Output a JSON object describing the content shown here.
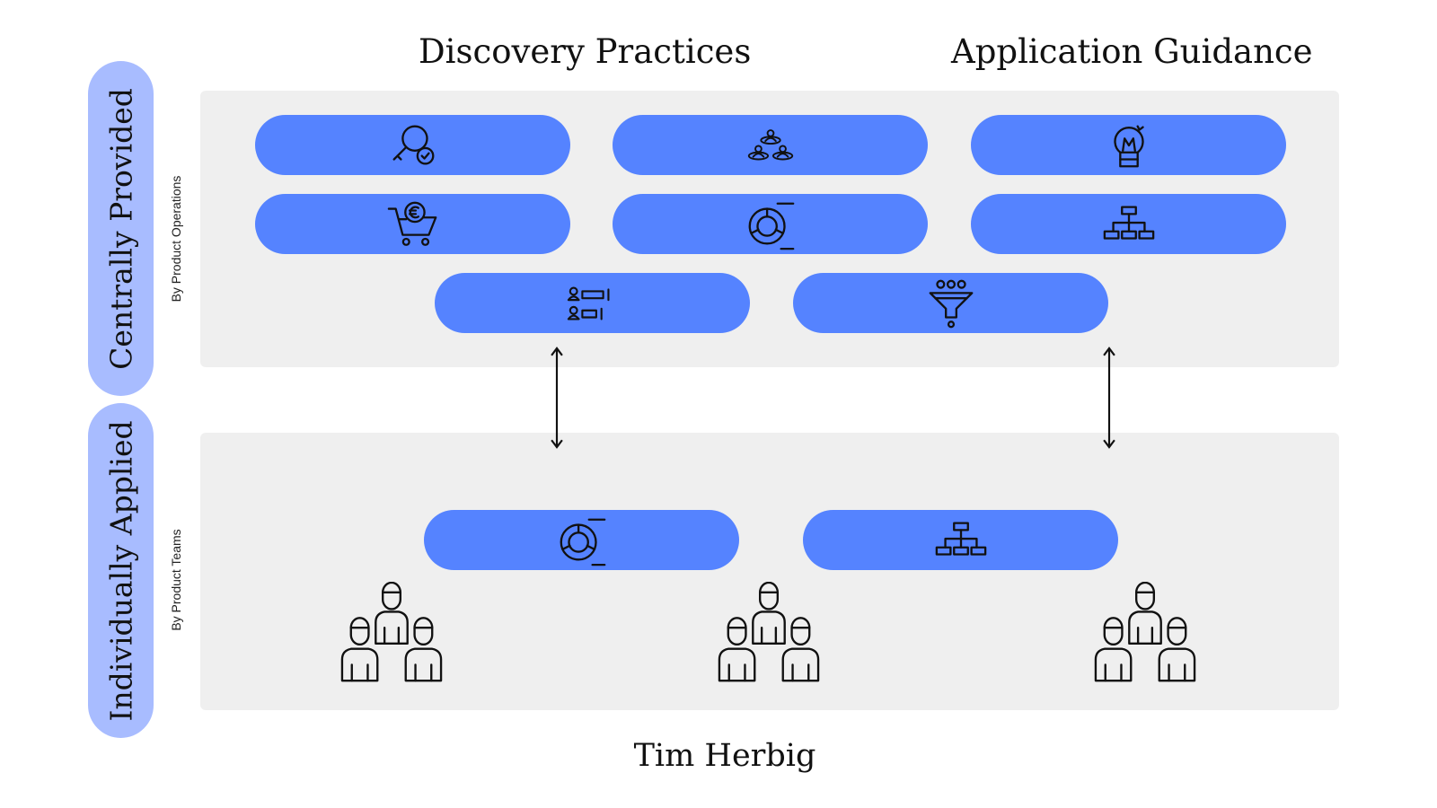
{
  "columns": {
    "discovery": "Discovery Practices",
    "application": "Application Guidance"
  },
  "rows": {
    "centrally_provided": "Centrally Provided",
    "individually_applied": "Individually Applied"
  },
  "sub_labels": {
    "operations": "By Product Operations",
    "teams": "By Product Teams"
  },
  "footer": "Tim Herbig",
  "colors": {
    "pill": "#5583ff",
    "side_pill": "#a8bcff",
    "panel": "#efefef"
  },
  "icons": {
    "central": [
      "search-check-icon",
      "people-network-icon",
      "lightbulb-icon",
      "euro-cart-icon",
      "cycle-gauge-icon",
      "org-chart-icon",
      "user-bars-icon",
      "funnel-icon"
    ],
    "individual": [
      "cycle-gauge-icon",
      "org-chart-icon"
    ],
    "teams": [
      "team-icon",
      "team-icon",
      "team-icon"
    ]
  }
}
